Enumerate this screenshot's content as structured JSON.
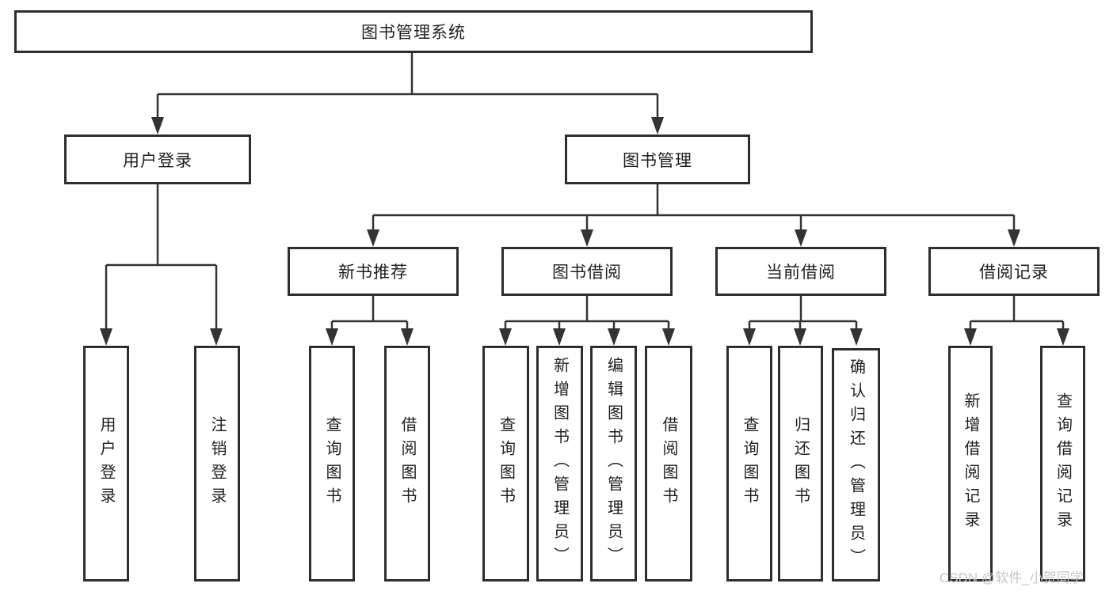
{
  "diagram": {
    "title": "图书管理系统",
    "nodes": {
      "root": "图书管理系统",
      "user_login": "用户登录",
      "book_management": "图书管理",
      "new_book_recommend": "新书推荐",
      "book_borrow": "图书借阅",
      "current_borrow": "当前借阅",
      "borrow_record": "借阅记录",
      "leaf_user_login": "用户登录",
      "leaf_logout": "注销登录",
      "leaf_nbr_query_book": "查询图书",
      "leaf_nbr_borrow_book": "借阅图书",
      "leaf_bb_query_book": "查询图书",
      "leaf_bb_add_book": "新增图书（管理员）",
      "leaf_bb_edit_book": "编辑图书（管理员）",
      "leaf_bb_borrow_book": "借阅图书",
      "leaf_cb_query_book": "查询图书",
      "leaf_cb_return_book": "归还图书",
      "leaf_cb_confirm_return": "确认归还（管理员）",
      "leaf_br_add_record": "新增借阅记录",
      "leaf_br_query_record": "查询借阅记录"
    },
    "watermark": "CSDN @软件_小贺同学",
    "colors": {
      "line": "#333333",
      "border": "#2e2e2e",
      "text": "#1f1f1f",
      "watermark": "#c6c6c6",
      "background": "#ffffff"
    }
  }
}
